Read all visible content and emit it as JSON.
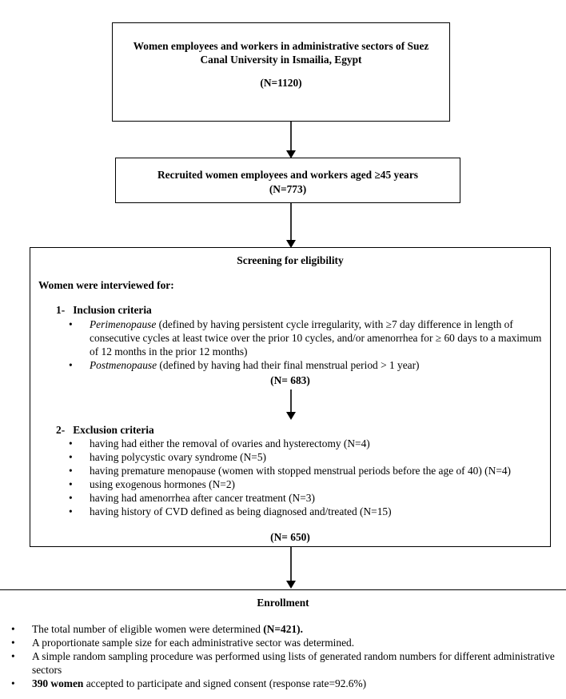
{
  "box1": {
    "title": "Women employees and workers in administrative sectors of Suez Canal University in Ismailia, Egypt",
    "n": "(N=1120)"
  },
  "box2": {
    "title": "Recruited women employees and workers aged ≥45 years",
    "n": "(N=773)"
  },
  "screening": {
    "heading": "Screening for eligibility",
    "intro": "Women were interviewed for:",
    "inclusion": {
      "label": "1-   Inclusion criteria",
      "items": [
        {
          "term": "Perimenopause",
          "text": " (defined by having persistent cycle irregularity, with ≥7 day difference in length of consecutive cycles at least twice over the prior 10 cycles, and/or amenorrhea for ≥ 60 days to a maximum of 12 months in the prior 12 months)"
        },
        {
          "term": "Postmenopause",
          "text": " (defined by having had their final menstrual period > 1 year)"
        }
      ],
      "n": "(N= 683)"
    },
    "exclusion": {
      "label": "2-   Exclusion criteria",
      "items": [
        "having had either the removal of ovaries and hysterectomy (N=4)",
        "having polycystic ovary syndrome (N=5)",
        "having premature menopause (women with stopped menstrual periods before the age of 40) (N=4)",
        "using exogenous hormones (N=2)",
        "having had amenorrhea after cancer treatment (N=3)",
        "having history of CVD defined as being diagnosed and/treated (N=15)"
      ],
      "n": "(N= 650)"
    }
  },
  "enrollment": {
    "heading": "Enrollment",
    "items": {
      "i0_a": "The total number of eligible women were determined ",
      "i0_b": "(N=421).",
      "i1": "A proportionate sample size for each administrative sector was determined.",
      "i2": "A simple random sampling procedure was performed using lists of generated random numbers for different administrative sectors",
      "i3_a": "390 women",
      "i3_b": " accepted to participate and signed consent (response rate=92.6%)"
    }
  }
}
